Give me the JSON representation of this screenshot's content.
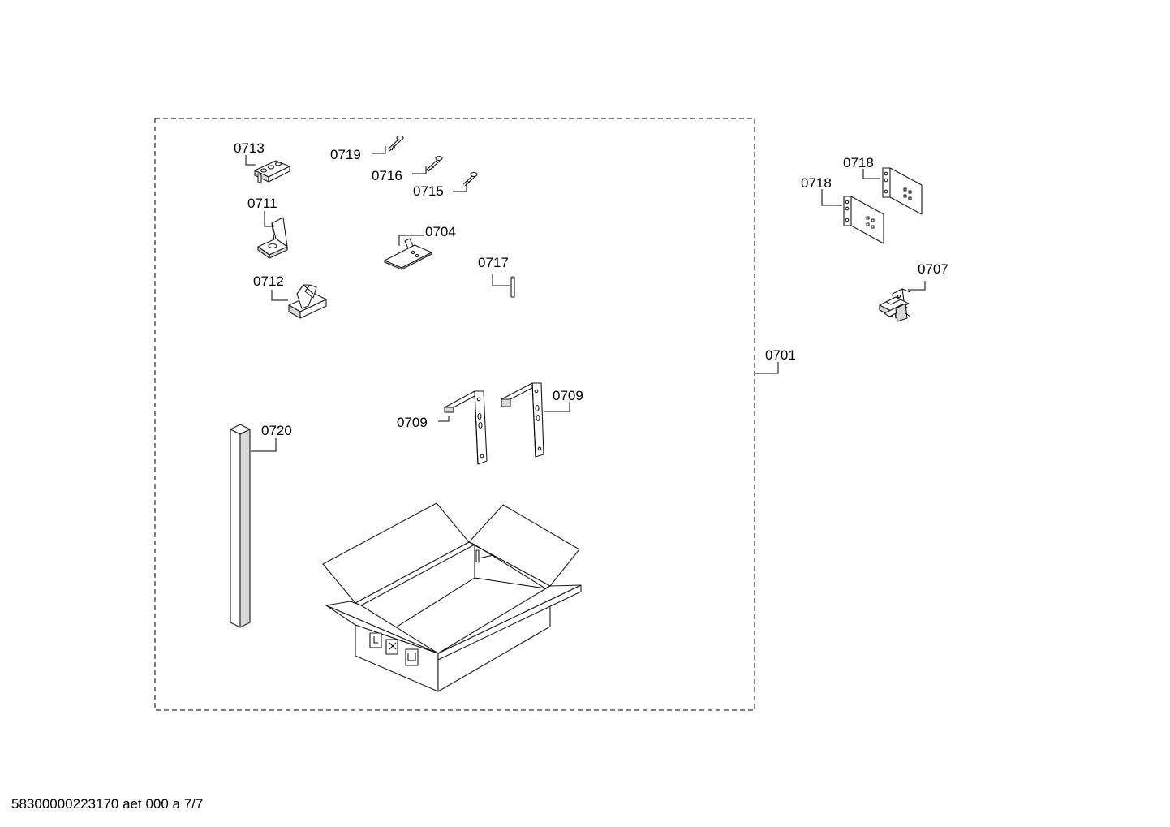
{
  "assembly_label": "0701",
  "parts": {
    "p0713": "0713",
    "p0719": "0719",
    "p0716": "0716",
    "p0715": "0715",
    "p0711": "0711",
    "p0704": "0704",
    "p0717": "0717",
    "p0712": "0712",
    "p0709a": "0709",
    "p0709b": "0709",
    "p0720": "0720",
    "p0718a": "0718",
    "p0718b": "0718",
    "p0707": "0707"
  },
  "footer_text": "58300000223170 aet 000 a 7/7"
}
